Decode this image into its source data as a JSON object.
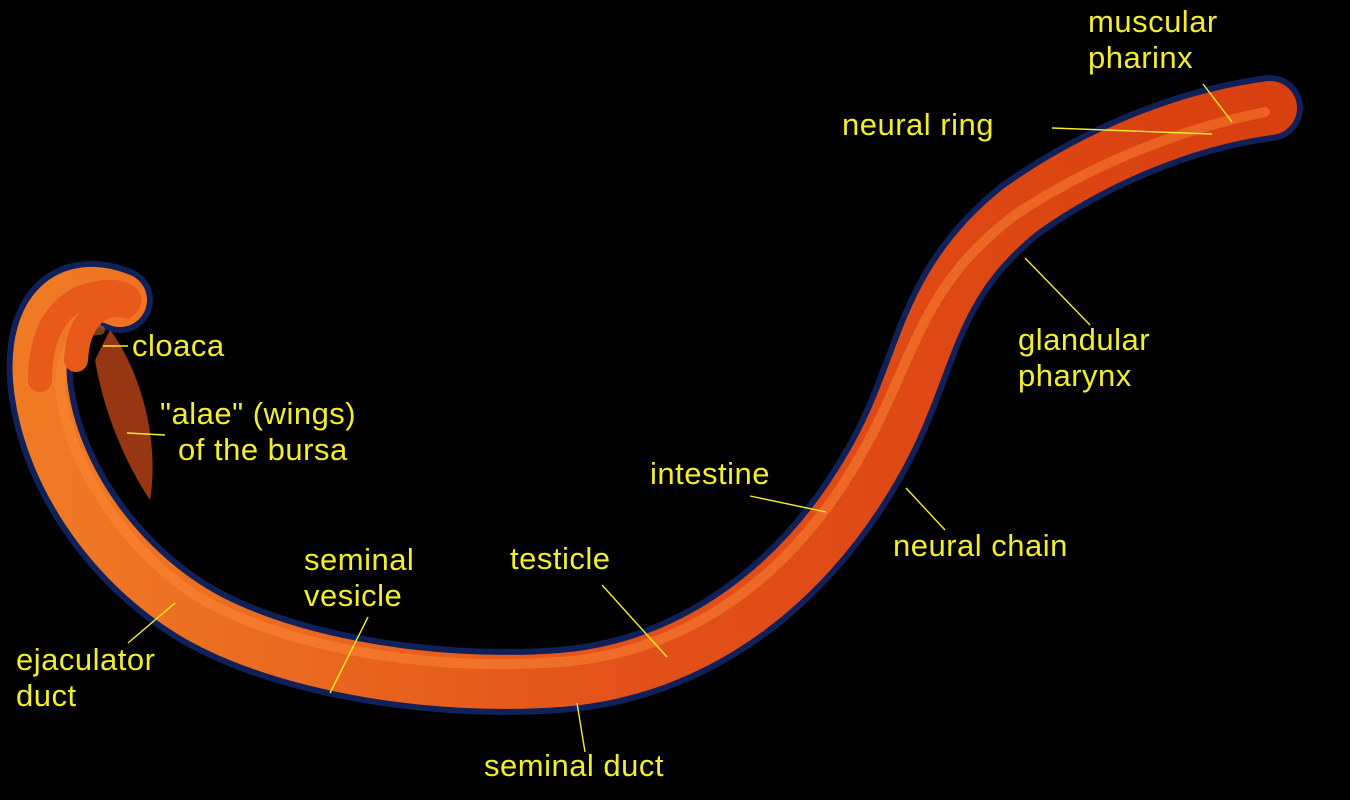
{
  "colors": {
    "background": "#000000",
    "label_text": "#f2ee2a",
    "leader_line": "#f2ee2a",
    "worm_body": "#e04a12",
    "worm_edge": "#3a6cff"
  },
  "labels": {
    "muscular_pharinx": {
      "line1": "muscular",
      "line2": "pharinx"
    },
    "neural_ring": "neural ring",
    "glandular_pharynx": {
      "line1": "glandular",
      "line2": "pharynx"
    },
    "cloaca": "cloaca",
    "alae": {
      "line1": "\"alae\" (wings)",
      "line2": "of the bursa"
    },
    "intestine": "intestine",
    "neural_chain": "neural chain",
    "seminal_vesicle": {
      "line1": "seminal",
      "line2": "vesicle"
    },
    "testicle": "testicle",
    "ejaculator_duct": {
      "line1": "ejaculator",
      "line2": "duct"
    },
    "seminal_duct": "seminal duct"
  }
}
